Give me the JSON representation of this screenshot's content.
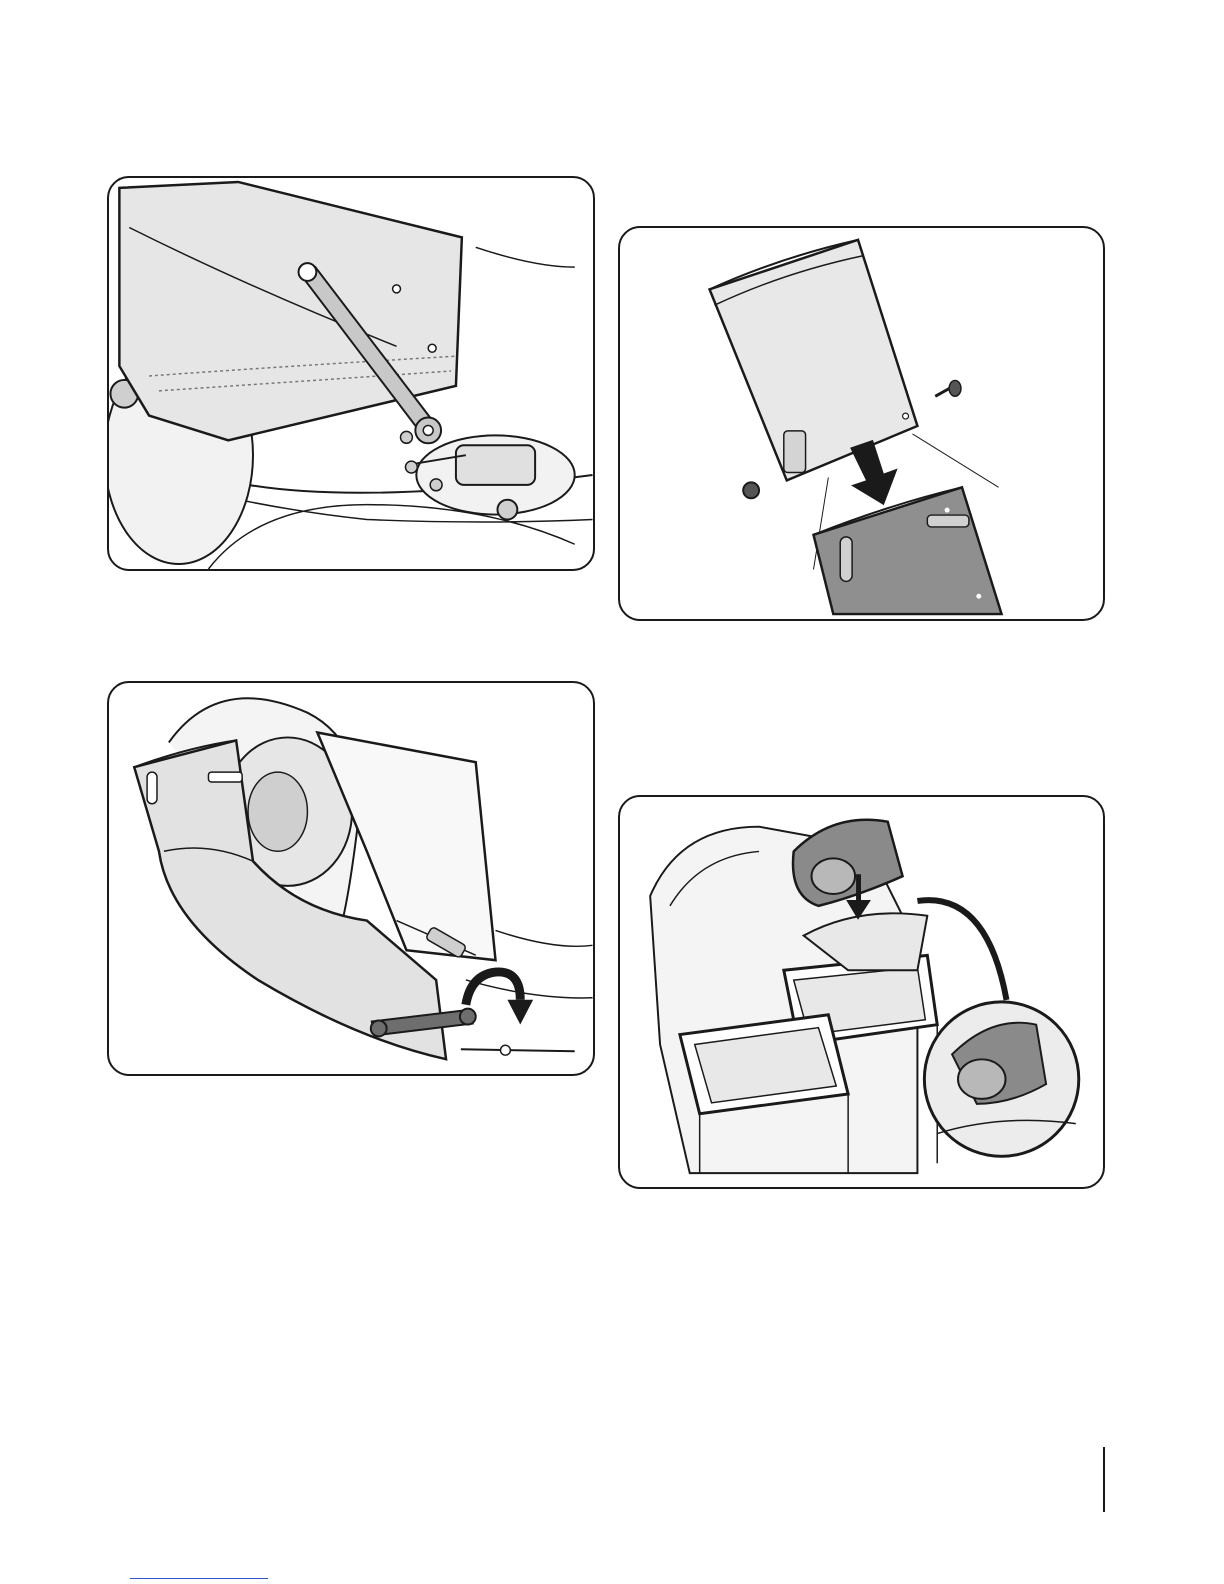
{
  "page": {
    "figures": [
      {
        "id": "fig1",
        "subject": "chute-bracket-rod"
      },
      {
        "id": "fig2",
        "subject": "upper-tube-to-lower-tube"
      },
      {
        "id": "fig3",
        "subject": "chute-lever-rotate"
      },
      {
        "id": "fig4",
        "subject": "tube-into-bag-frame"
      }
    ]
  },
  "colors": {
    "outline": "#1a1a1a",
    "fill_light": "#e8e8e8",
    "fill_mid": "#cfcfcf",
    "fill_dark": "#8a8a8a",
    "arrow": "#1a1a1a",
    "link": "#3355cc"
  }
}
